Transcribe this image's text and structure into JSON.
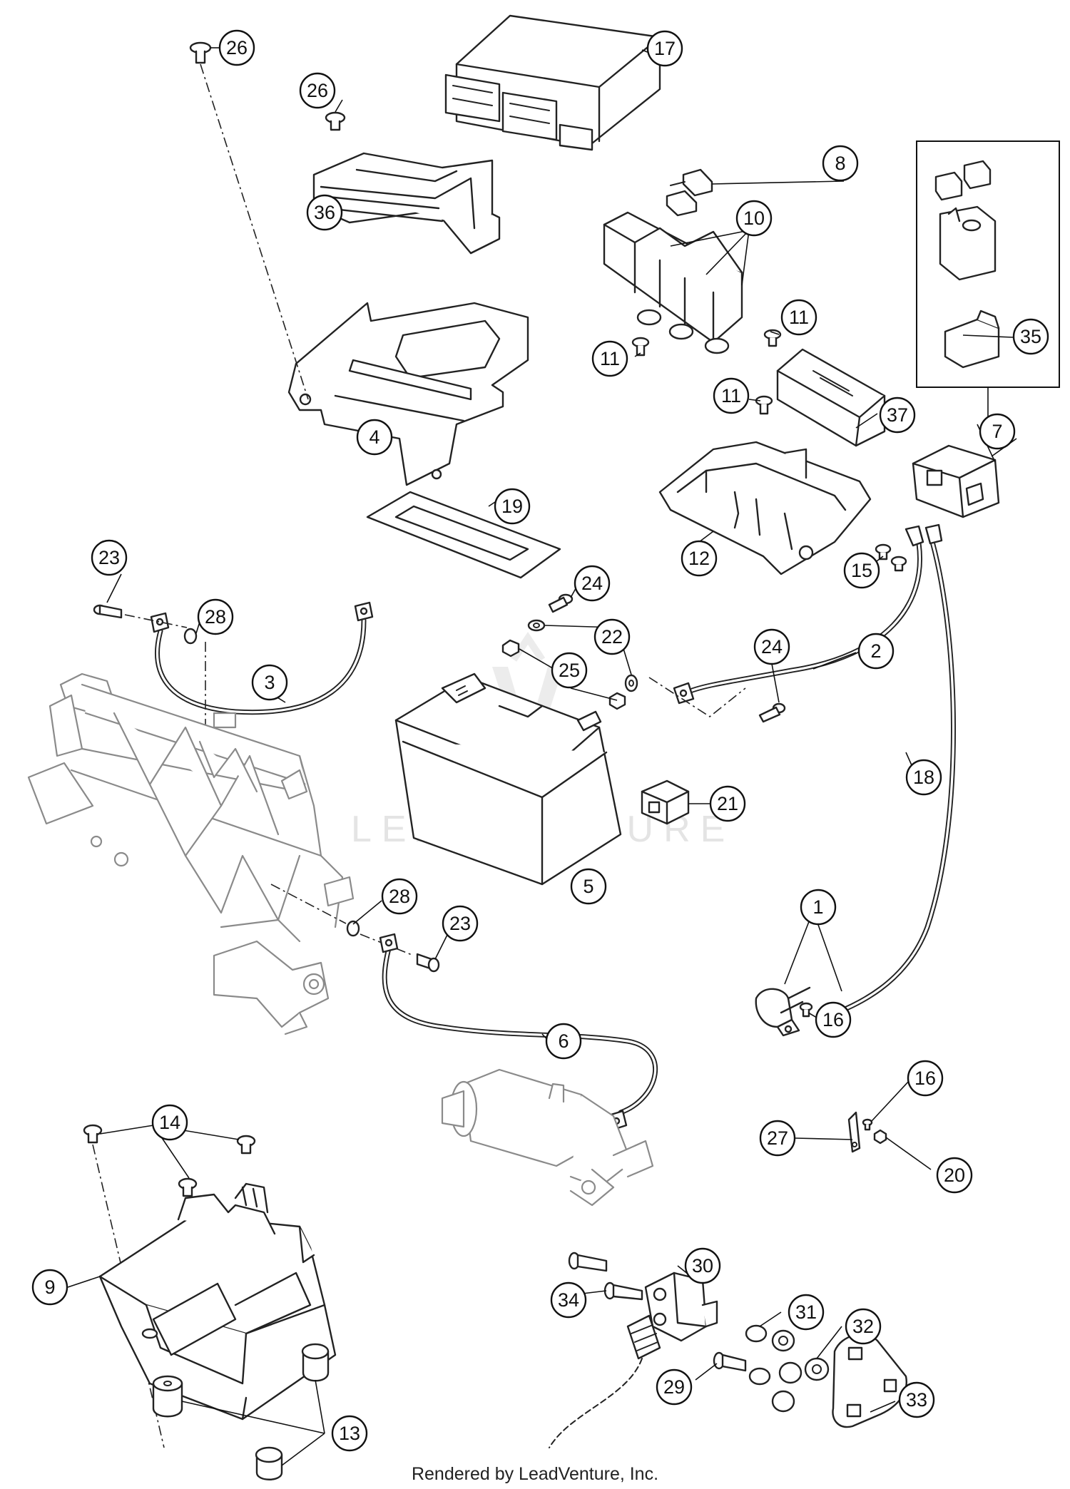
{
  "callouts": [
    {
      "label": "26"
    },
    {
      "label": "26"
    },
    {
      "label": "17"
    },
    {
      "label": "36"
    },
    {
      "label": "8"
    },
    {
      "label": "10"
    },
    {
      "label": "11"
    },
    {
      "label": "11"
    },
    {
      "label": "11"
    },
    {
      "label": "37"
    },
    {
      "label": "35"
    },
    {
      "label": "7"
    },
    {
      "label": "4"
    },
    {
      "label": "19"
    },
    {
      "label": "12"
    },
    {
      "label": "15"
    },
    {
      "label": "23"
    },
    {
      "label": "28"
    },
    {
      "label": "3"
    },
    {
      "label": "24"
    },
    {
      "label": "22"
    },
    {
      "label": "25"
    },
    {
      "label": "24"
    },
    {
      "label": "2"
    },
    {
      "label": "18"
    },
    {
      "label": "21"
    },
    {
      "label": "5"
    },
    {
      "label": "28"
    },
    {
      "label": "23"
    },
    {
      "label": "1"
    },
    {
      "label": "16"
    },
    {
      "label": "6"
    },
    {
      "label": "16"
    },
    {
      "label": "27"
    },
    {
      "label": "20"
    },
    {
      "label": "14"
    },
    {
      "label": "9"
    },
    {
      "label": "30"
    },
    {
      "label": "34"
    },
    {
      "label": "31"
    },
    {
      "label": "32"
    },
    {
      "label": "29"
    },
    {
      "label": "33"
    },
    {
      "label": "13"
    }
  ],
  "watermark": "LEADVENTURE",
  "footer": "Rendered by LeadVenture, Inc."
}
